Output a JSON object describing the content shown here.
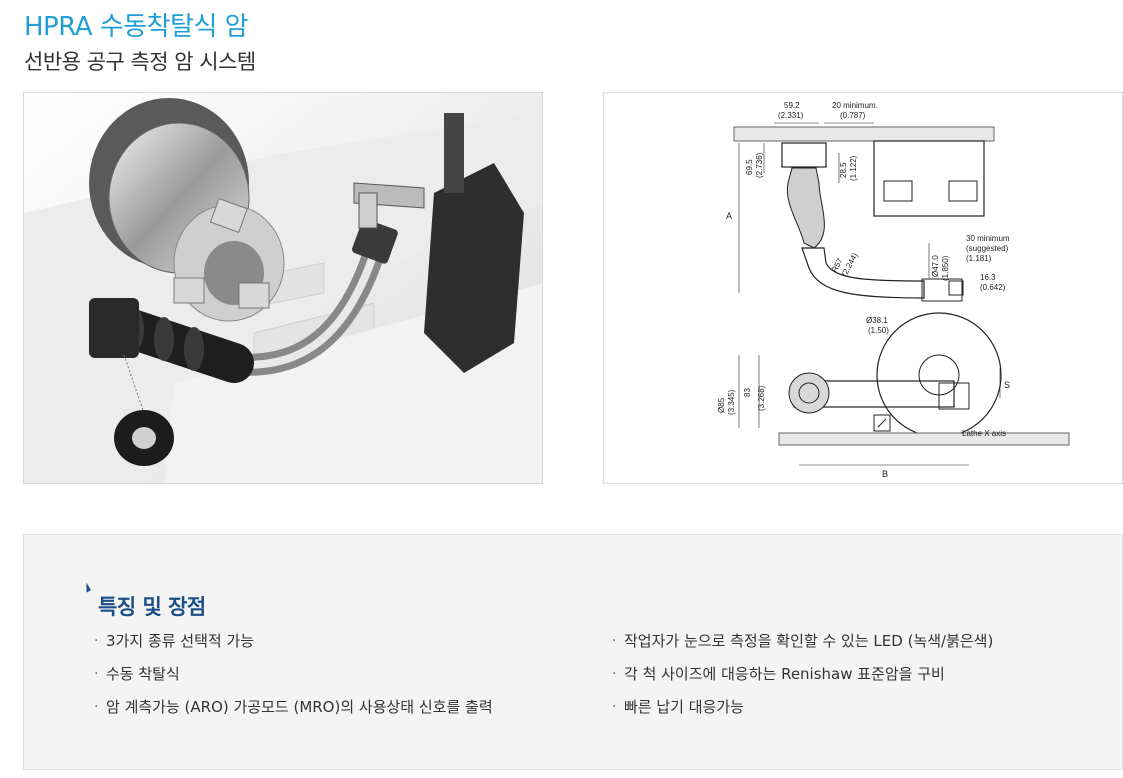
{
  "header": {
    "title": "HPRA 수동착탈식 암",
    "subtitle": "선반용 공구 측정 암 시스템"
  },
  "drawing": {
    "dim_59_2": "59.2",
    "dim_59_2_in": "(2.331)",
    "dim_20_min": "20 minimum.",
    "dim_20_min_in": "(0.787)",
    "dim_69_5": "69.5",
    "dim_69_5_in": "(2.736)",
    "dim_28_5": "28.5",
    "dim_28_5_in": "(1.122)",
    "dim_a": "A",
    "dim_r57": "R57",
    "dim_r57_in": "(2.244)",
    "dim_47": "Ø47.0",
    "dim_47_in": "(1.850)",
    "dim_30_min": "30 minimum",
    "dim_30_sugg": "(suggested)",
    "dim_30_in": "(1.181)",
    "dim_16_3": "16.3",
    "dim_16_3_in": "(0.642)",
    "dim_38_1": "Ø38.1",
    "dim_38_1_in": "(1.50)",
    "dim_85": "Ø85",
    "dim_85_in": "(3.345)",
    "dim_83": "83",
    "dim_83_in": "(3.268)",
    "dim_s": "S",
    "lathe_axis": "Lathe X axis",
    "dim_b": "B"
  },
  "features": {
    "heading": "특징 및 장점",
    "bullet": "·",
    "left": [
      "3가지 종류 선택적 가능",
      "수동 착탈식",
      "암 계측가능 (ARO) 가공모드 (MRO)의 사용상태 신호를 출력"
    ],
    "right": [
      "작업자가 눈으로 측정을 확인할 수 있는 LED (녹색/붉은색)",
      "각 척 사이즈에 대응하는 Renishaw 표준암을 구비",
      "빠른 납기 대응가능"
    ]
  },
  "colors": {
    "title": "#1f9fd6",
    "heading": "#1a4f8a",
    "panel_bg": "#f4f4f4"
  }
}
